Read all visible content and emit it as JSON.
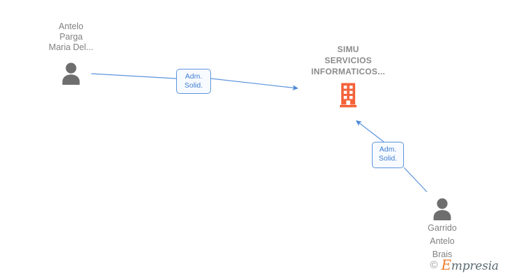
{
  "diagram": {
    "type": "relationship-graph",
    "background_color": "#ffffff",
    "accent_colors": {
      "company": "#f4623a",
      "person": "#6e6e6e",
      "edge": "#5b93dd",
      "label_text": "#3f7cd0",
      "node_text": "#808080"
    },
    "nodes": [
      {
        "id": "antelo-parga",
        "kind": "person",
        "icon": "person-icon",
        "label_lines": [
          "Antelo",
          "Parga",
          "Maria Del..."
        ]
      },
      {
        "id": "company",
        "kind": "company",
        "icon": "building-icon",
        "label_lines": [
          "SIMU",
          "SERVICIOS",
          "INFORMATICOS..."
        ]
      },
      {
        "id": "garrido-antelo",
        "kind": "person",
        "icon": "person-icon",
        "label_lines": [
          "Garrido",
          "Antelo",
          "Brais"
        ]
      }
    ],
    "edges": [
      {
        "id": "edge-1",
        "from": "antelo-parga",
        "to": "company",
        "direction": "to-company",
        "label_lines": [
          "Adm.",
          "Solid."
        ]
      },
      {
        "id": "edge-2",
        "from": "garrido-antelo",
        "to": "company",
        "direction": "to-company",
        "label_lines": [
          "Adm.",
          "Solid."
        ]
      }
    ]
  },
  "watermark": {
    "copyright": "©",
    "brand_initial": "E",
    "brand_rest": "mpresia"
  }
}
